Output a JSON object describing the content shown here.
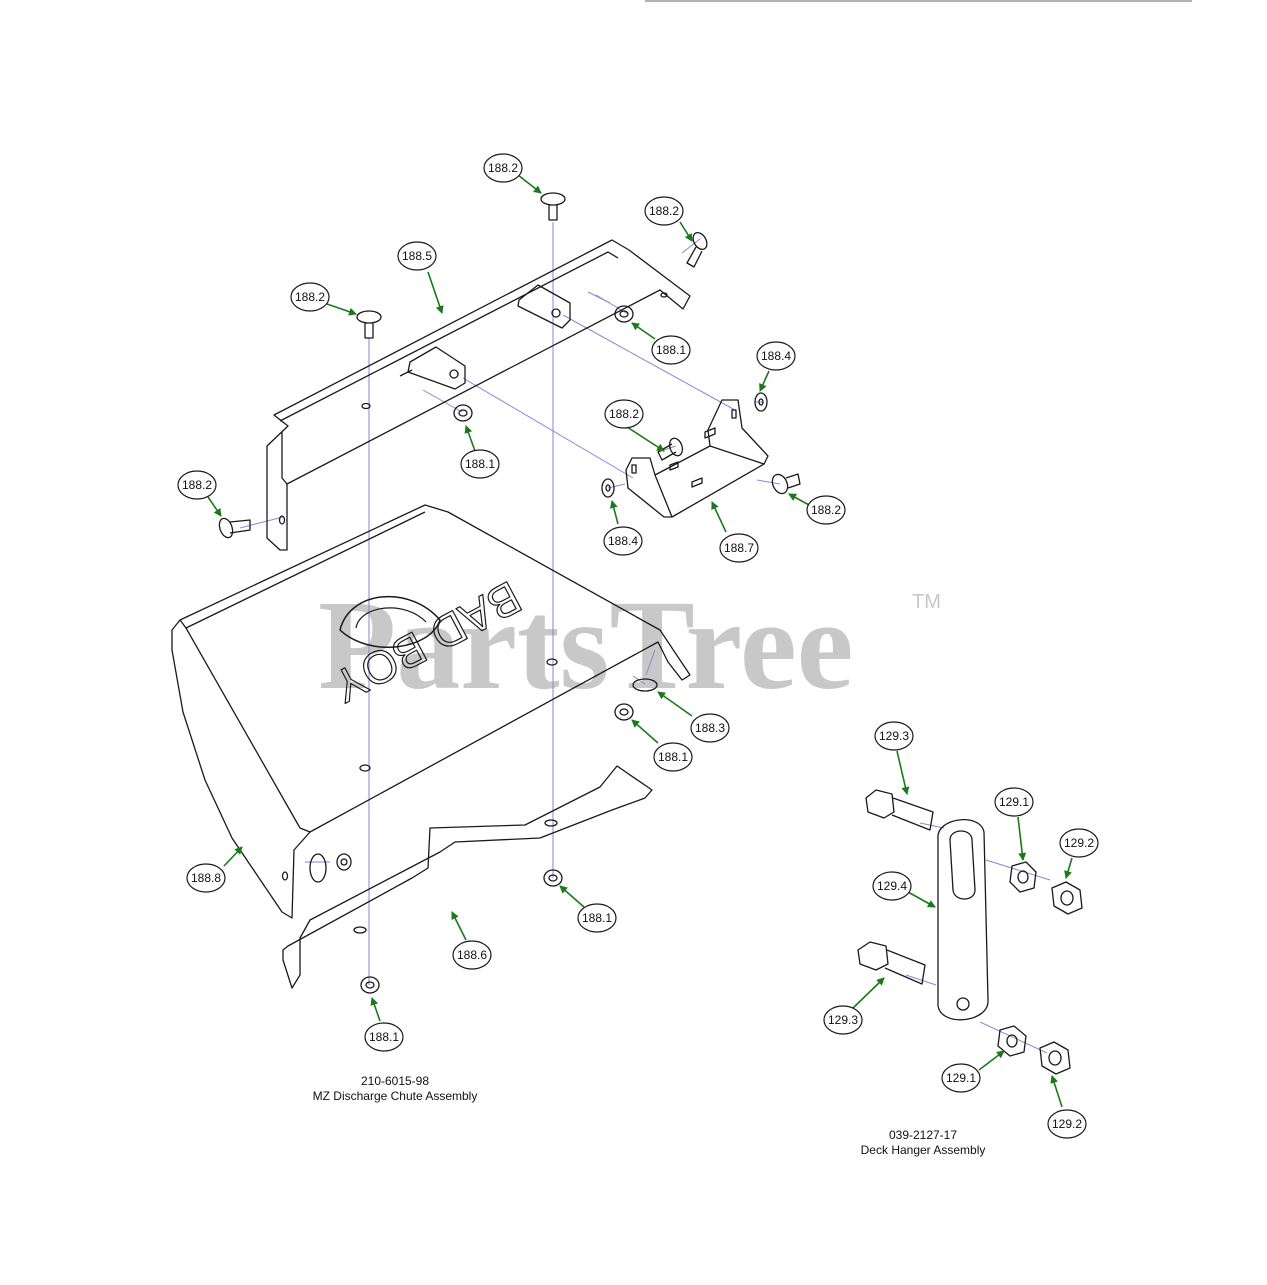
{
  "watermark": {
    "text": "PartsTree",
    "tm": "TM",
    "color": "#c8c8c8"
  },
  "colors": {
    "arrow": "#1a7a1a",
    "leader": "#8a86d6",
    "line": "#1a1a1a"
  },
  "brand_logo_text": "BAD BOY",
  "assemblies": [
    {
      "part_number": "210-6015-98",
      "name": "MZ Discharge Chute Assembly"
    },
    {
      "part_number": "039-2127-17",
      "name": "Deck Hanger Assembly"
    }
  ],
  "callouts": [
    {
      "id": "c1",
      "label": "188.2"
    },
    {
      "id": "c2",
      "label": "188.2"
    },
    {
      "id": "c3",
      "label": "188.5"
    },
    {
      "id": "c4",
      "label": "188.2"
    },
    {
      "id": "c5",
      "label": "188.1"
    },
    {
      "id": "c6",
      "label": "188.4"
    },
    {
      "id": "c7",
      "label": "188.2"
    },
    {
      "id": "c8",
      "label": "188.1"
    },
    {
      "id": "c9",
      "label": "188.2"
    },
    {
      "id": "c10",
      "label": "188.2"
    },
    {
      "id": "c11",
      "label": "188.4"
    },
    {
      "id": "c12",
      "label": "188.7"
    },
    {
      "id": "c13",
      "label": "188.3"
    },
    {
      "id": "c14",
      "label": "188.1"
    },
    {
      "id": "c15",
      "label": "188.8"
    },
    {
      "id": "c16",
      "label": "188.1"
    },
    {
      "id": "c17",
      "label": "188.6"
    },
    {
      "id": "c18",
      "label": "188.1"
    },
    {
      "id": "c19",
      "label": "129.3"
    },
    {
      "id": "c20",
      "label": "129.1"
    },
    {
      "id": "c21",
      "label": "129.2"
    },
    {
      "id": "c22",
      "label": "129.4"
    },
    {
      "id": "c23",
      "label": "129.3"
    },
    {
      "id": "c24",
      "label": "129.1"
    },
    {
      "id": "c25",
      "label": "129.2"
    }
  ]
}
